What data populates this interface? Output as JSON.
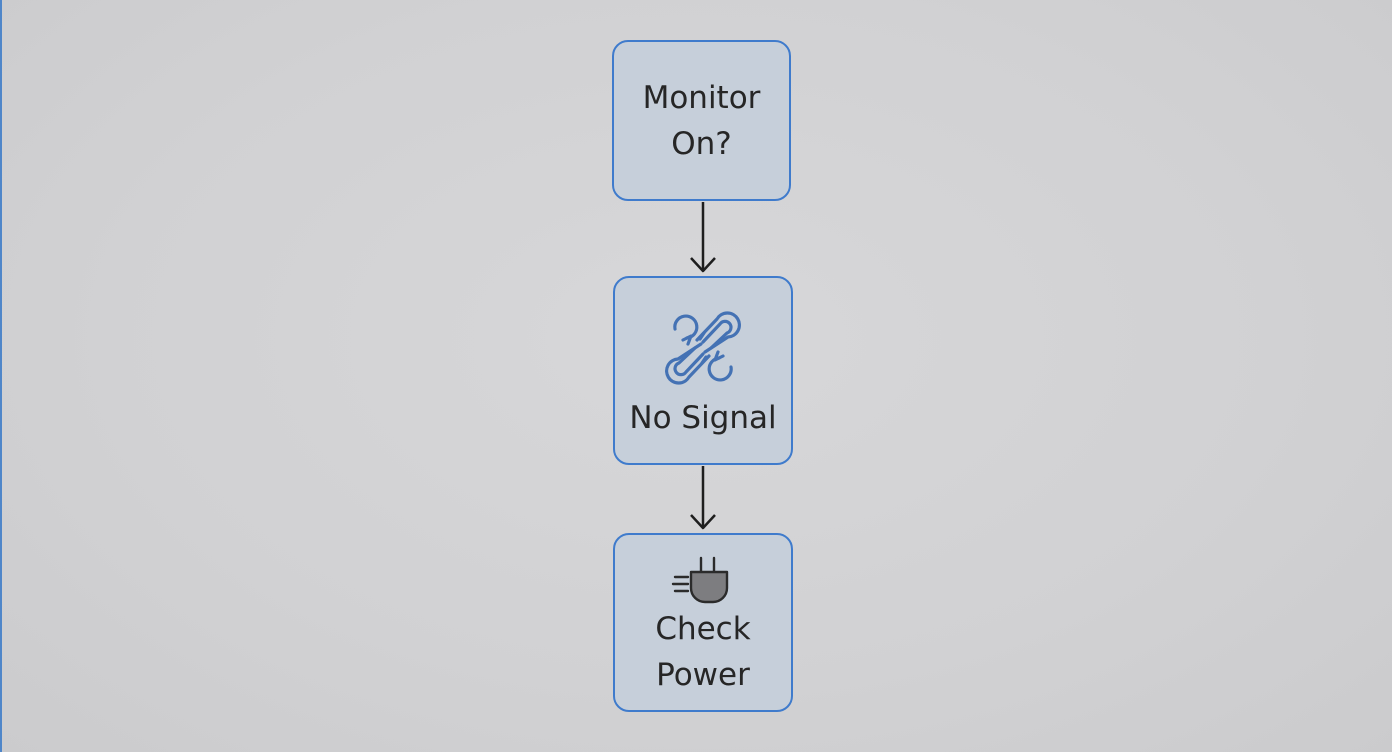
{
  "diagram": {
    "nodes": [
      {
        "id": "monitor-on",
        "lines": [
          "Monitor",
          "On?"
        ],
        "icon": null
      },
      {
        "id": "no-signal",
        "lines": [
          "No Signal"
        ],
        "icon": "broken-link-icon"
      },
      {
        "id": "check-power",
        "lines": [
          "Check",
          "Power"
        ],
        "icon": "power-plug-icon"
      }
    ],
    "edges": [
      {
        "from": "monitor-on",
        "to": "no-signal"
      },
      {
        "from": "no-signal",
        "to": "check-power"
      }
    ]
  },
  "colors": {
    "background": "#d2d2d4",
    "node_fill": "#c6cfda",
    "node_border": "#3f7bcc",
    "text": "#262626",
    "arrow": "#1e1e1e",
    "icon_link": "#4472b4",
    "icon_plug": "#7d7d80"
  }
}
